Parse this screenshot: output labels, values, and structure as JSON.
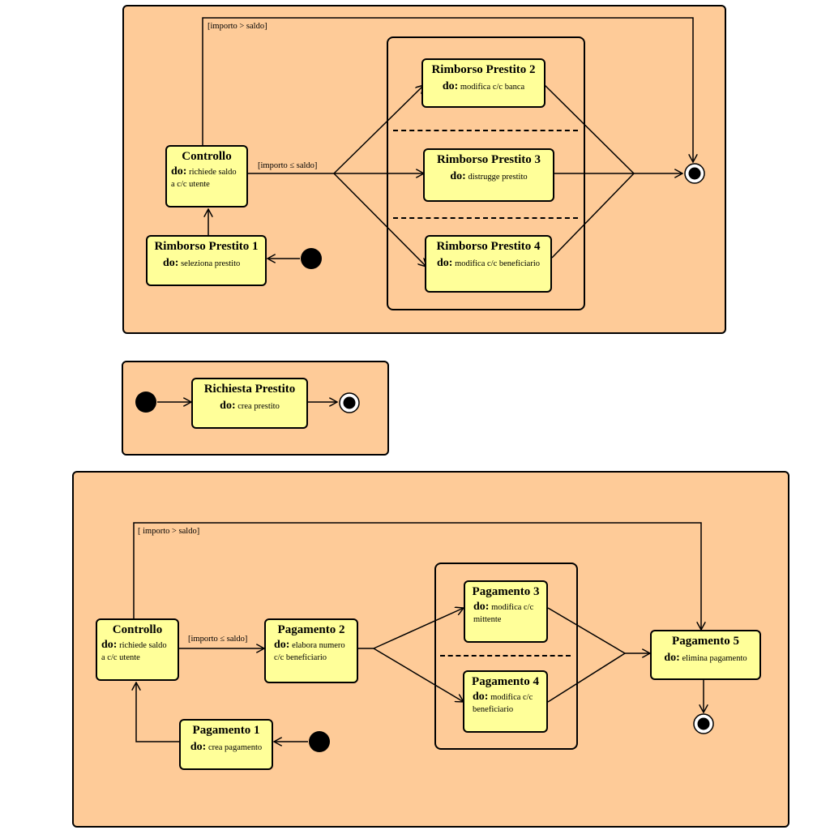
{
  "diagram1": {
    "guard_top": "[importo > saldo]",
    "guard_mid": "[importo ≤ saldo]",
    "controllo": {
      "name": "Controllo",
      "kw": "do:",
      "activity": "richiede saldo",
      "activity2": "a c/c utente"
    },
    "rp1": {
      "name": "Rimborso Prestito 1",
      "kw": "do:",
      "activity": "seleziona prestito"
    },
    "rp2": {
      "name": "Rimborso Prestito 2",
      "kw": "do:",
      "activity": "modifica c/c banca"
    },
    "rp3": {
      "name": "Rimborso Prestito 3",
      "kw": "do:",
      "activity": "distrugge prestito"
    },
    "rp4": {
      "name": "Rimborso Prestito 4",
      "kw": "do:",
      "activity": "modifica c/c beneficiario"
    }
  },
  "diagram2": {
    "richiesta": {
      "name": "Richiesta Prestito",
      "kw": "do:",
      "activity": "crea  prestito"
    }
  },
  "diagram3": {
    "guard_top": "[ importo > saldo]",
    "guard_mid": "[importo ≤ saldo]",
    "controllo": {
      "name": "Controllo",
      "kw": "do:",
      "activity": "richiede saldo",
      "activity2": "a c/c utente"
    },
    "p1": {
      "name": "Pagamento 1",
      "kw": "do:",
      "activity": "crea pagamento"
    },
    "p2": {
      "name": "Pagamento 2",
      "kw": "do:",
      "activity": "elabora numero",
      "activity2": "c/c  beneficiario"
    },
    "p3": {
      "name": "Pagamento 3",
      "kw": "do:",
      "activity": "modifica c/c",
      "activity2": "mittente"
    },
    "p4": {
      "name": "Pagamento 4",
      "kw": "do:",
      "activity": "modifica c/c",
      "activity2": "beneficiario"
    },
    "p5": {
      "name": "Pagamento 5",
      "kw": "do:",
      "activity": "elimina pagamento"
    }
  },
  "colors": {
    "panel": "#fecb98",
    "state": "#ffff99",
    "line": "#000000"
  }
}
